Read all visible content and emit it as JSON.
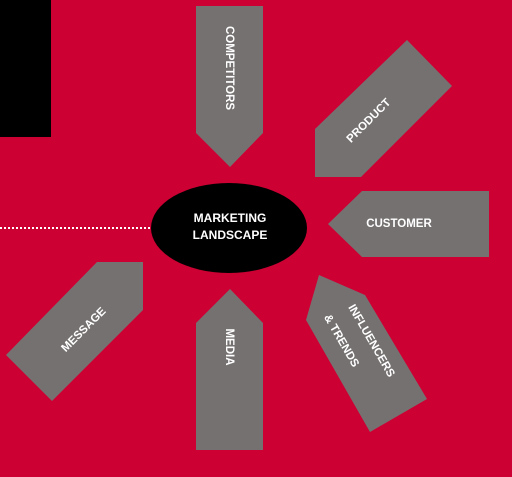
{
  "colors": {
    "background": "#cc0033",
    "arrow_fill": "#767171",
    "center_fill": "#000000",
    "corner_block": "#000000",
    "dotted_line": "#ffffff",
    "text": "#ffffff"
  },
  "center": {
    "line1": "MARKETING",
    "line2": "LANDSCAPE"
  },
  "arrows": {
    "competitors": "COMPETITORS",
    "product": "PRODUCT",
    "customer": "CUSTOMER",
    "influencers_line1": "INFLUENCERS",
    "influencers_line2": "& TRENDS",
    "media": "MEDIA",
    "message": "MESSAGE"
  }
}
